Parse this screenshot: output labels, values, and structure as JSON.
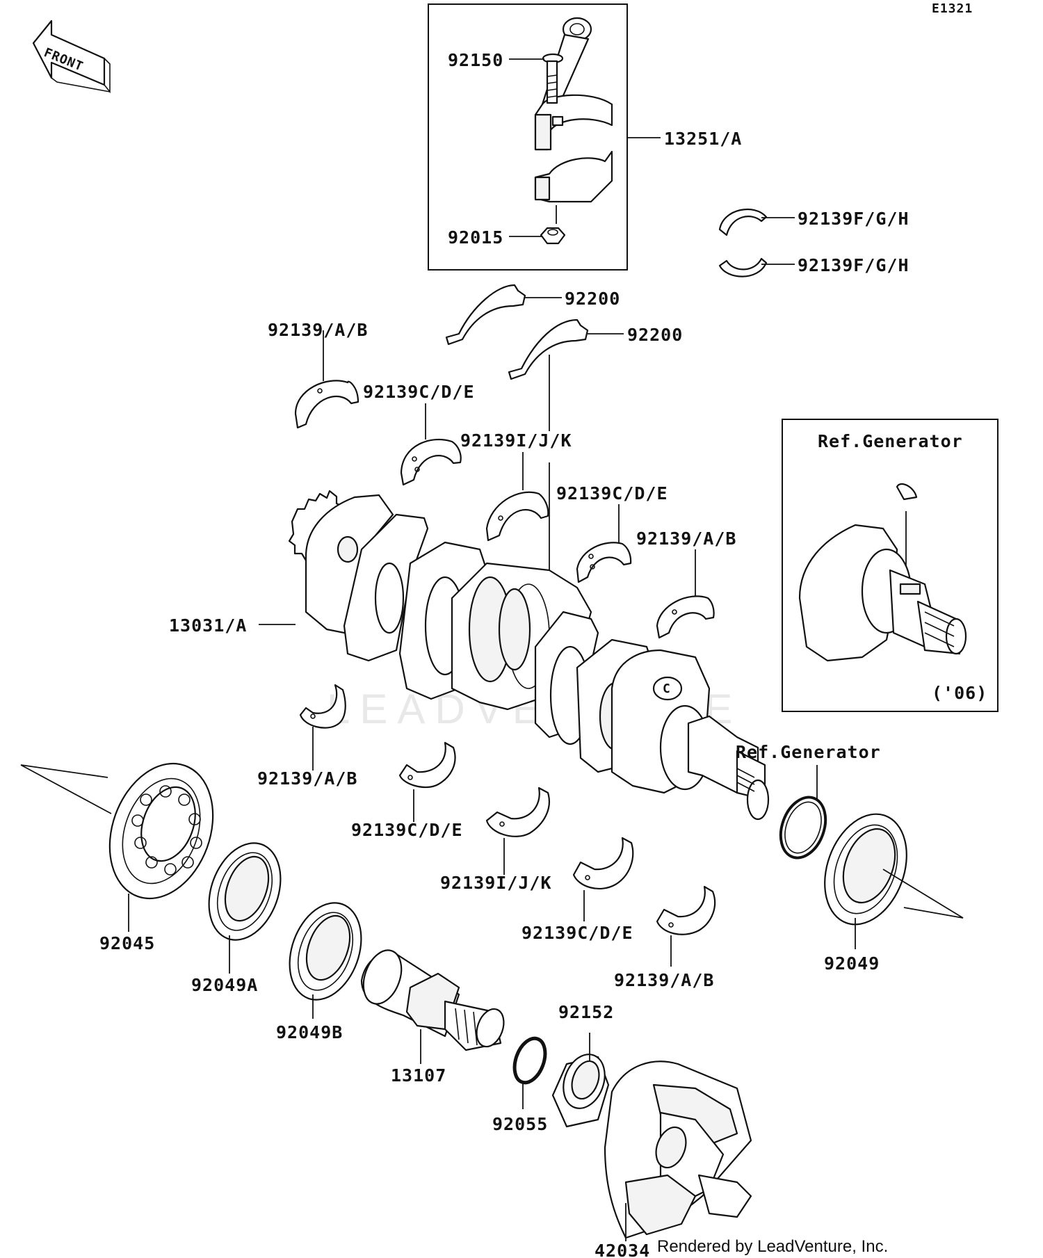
{
  "diagram_code": "E1321",
  "front_label": "FRONT",
  "part_labels": {
    "p92150": "92150",
    "p13251A": "13251/A",
    "p92015": "92015",
    "p92139FGH_1": "92139F/G/H",
    "p92139FGH_2": "92139F/G/H",
    "p92200_1": "92200",
    "p92200_2": "92200",
    "p92139AB_top": "92139/A/B",
    "p92139CDE_top": "92139C/D/E",
    "p92139IJK_top": "92139I/J/K",
    "p92139CDE_mid": "92139C/D/E",
    "p92139AB_mid": "92139/A/B",
    "p13031A": "13031/A",
    "p92139AB_low": "92139/A/B",
    "p92139CDE_low": "92139C/D/E",
    "p92139IJK_low": "92139I/J/K",
    "p92139CDE_low2": "92139C/D/E",
    "p92139AB_low2": "92139/A/B",
    "p92045": "92045",
    "p92049A": "92049A",
    "p92049B": "92049B",
    "p13107": "13107",
    "p92055": "92055",
    "p92152": "92152",
    "p42034": "42034",
    "p92049": "92049"
  },
  "ref_generator_main": "Ref.Generator",
  "inset": {
    "ref_label": "Ref.Generator",
    "year_note": "('06)"
  },
  "watermark_text": "LEADVENTURE",
  "credit": "Rendered by LeadVenture, Inc."
}
